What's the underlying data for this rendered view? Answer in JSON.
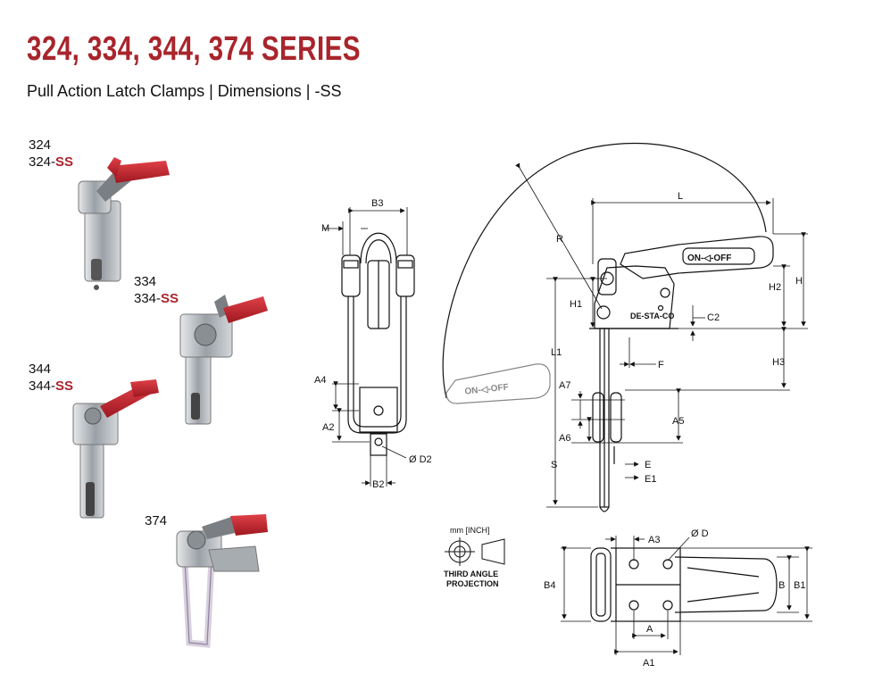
{
  "header": {
    "title": "324, 334, 344, 374 SERIES",
    "subtitle": "Pull Action Latch Clamps | Dimensions | -SS"
  },
  "models": [
    {
      "base": "324",
      "variant_prefix": "324-",
      "variant_suffix": "SS"
    },
    {
      "base": "334",
      "variant_prefix": "334-",
      "variant_suffix": "SS"
    },
    {
      "base": "344",
      "variant_prefix": "344-",
      "variant_suffix": "SS"
    },
    {
      "base": "374"
    }
  ],
  "front_view": {
    "labels": {
      "b3": "B3",
      "m": "M",
      "a4": "A4",
      "a2": "A2",
      "d2": "Ø D2",
      "b2": "B2"
    }
  },
  "side_view": {
    "labels": {
      "l": "L",
      "r": "R",
      "h": "H",
      "h2": "H2",
      "h1": "H1",
      "c2": "C2",
      "l1": "L1",
      "f": "F",
      "h3": "H3",
      "a7": "A7",
      "a5": "A5",
      "a6": "A6",
      "s": "S",
      "e": "E",
      "e1": "E1"
    },
    "brand": "DE-STA-CO",
    "handle_text": "ON-◁-OFF"
  },
  "plan_view": {
    "labels": {
      "a3": "A3",
      "d": "Ø D",
      "b4": "B4",
      "b": "B",
      "b1": "B1",
      "a": "A",
      "a1": "A1"
    }
  },
  "projection": {
    "units": "mm [INCH]",
    "line1": "THIRD ANGLE",
    "line2": "PROJECTION"
  },
  "colors": {
    "brand_red": "#a8252c",
    "handle_red": "#c8202a",
    "steel": "#b8bcc0"
  }
}
